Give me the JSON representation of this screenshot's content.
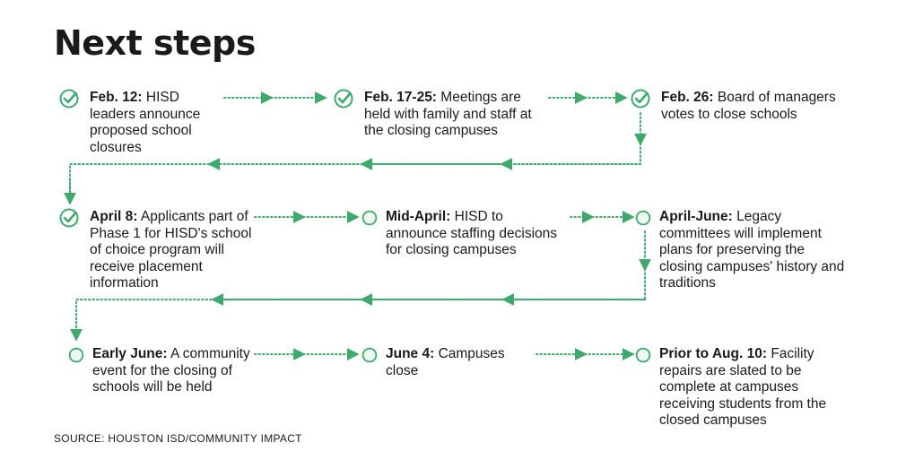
{
  "title": "Next steps",
  "steps": [
    {
      "date": "Feb. 12:",
      "text": "HISD leaders announce proposed school closures",
      "status": "complete"
    },
    {
      "date": "Feb. 17-25:",
      "text": "Meetings are held with family and staff at the closing campuses",
      "status": "complete"
    },
    {
      "date": "Feb. 26:",
      "text": "Board of managers votes to close schools",
      "status": "complete"
    },
    {
      "date": "April 8:",
      "text": "Applicants part of Phase 1 for HISD's school of choice program will receive placement information",
      "status": "complete"
    },
    {
      "date": "Mid-April:",
      "text": "HISD to announce staffing decisions for closing campuses",
      "status": "upcoming"
    },
    {
      "date": "April-June:",
      "text": "Legacy committees will implement plans for preserving the closing campuses' history and traditions",
      "status": "upcoming"
    },
    {
      "date": "Early June:",
      "text": "A community event for the closing of schools will be held",
      "status": "upcoming"
    },
    {
      "date": "June 4:",
      "text": "Campuses close",
      "status": "upcoming"
    },
    {
      "date": "Prior to Aug. 10:",
      "text": "Facility repairs are slated to be complete at campuses receiving students from the closed campuses",
      "status": "upcoming"
    }
  ],
  "source": "SOURCE: HOUSTON ISD/COMMUNITY IMPACT",
  "colors": {
    "accent": "#3daa6b",
    "upcoming_fill": "#eef7f1",
    "text": "#1a1a1a"
  }
}
